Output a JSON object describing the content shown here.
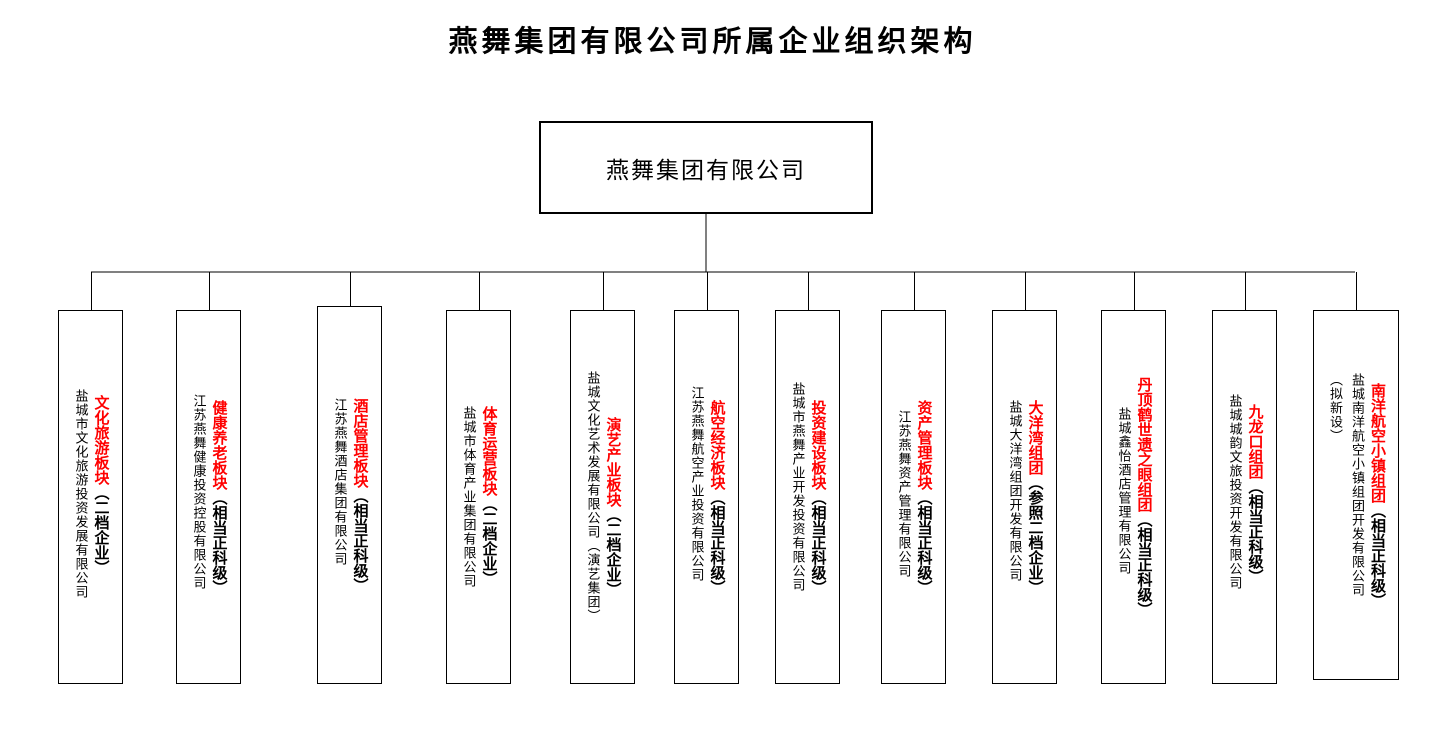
{
  "title": "燕舞集团有限公司所属企业组织架构",
  "root": "燕舞集团有限公司",
  "units": [
    {
      "segment": "文化旅游板块",
      "level": "（二档企业）",
      "company": "盐城市文化旅游投资发展有限公司",
      "note": ""
    },
    {
      "segment": "健康养老板块",
      "level": "（相当正科级）",
      "company": "江苏燕舞健康投资控股有限公司",
      "note": ""
    },
    {
      "segment": "酒店管理板块",
      "level": "（相当正科级）",
      "company": "江苏燕舞酒店集团有限公司",
      "note": ""
    },
    {
      "segment": "体育运营板块",
      "level": "（二档企业）",
      "company": "盐城市体育产业集团有限公司",
      "note": ""
    },
    {
      "segment": "演艺产业板块",
      "level": "（二档企业）",
      "company": "盐城文化艺术发展有限公司",
      "note": "（演艺集团）"
    },
    {
      "segment": "航空经济板块",
      "level": "（相当正科级）",
      "company": "江苏燕舞航空产业投资有限公司",
      "note": ""
    },
    {
      "segment": "投资建设板块",
      "level": "（相当正科级）",
      "company": "盐城市燕舞产业开发投资有限公司",
      "note": ""
    },
    {
      "segment": "资产管理板块",
      "level": "（相当正科级）",
      "company": "江苏燕舞资产管理有限公司",
      "note": ""
    },
    {
      "segment": "大洋湾组团",
      "level": "（参照二档企业）",
      "company": "盐城大洋湾组团开发有限公司",
      "note": ""
    },
    {
      "segment": "丹顶鹤世遗之眼组团",
      "level": "（相当正科级）",
      "company": "盐城鑫怡酒店管理有限公司",
      "note": ""
    },
    {
      "segment": "九龙口组团",
      "level": "（相当正科级）",
      "company": "盐城城韵文旅投资开发有限公司",
      "note": ""
    },
    {
      "segment": "南洋航空小镇组团",
      "level": "（相当正科级）",
      "company": "盐城南洋航空小镇组团开发有限公司",
      "note": "（拟新设）"
    }
  ]
}
